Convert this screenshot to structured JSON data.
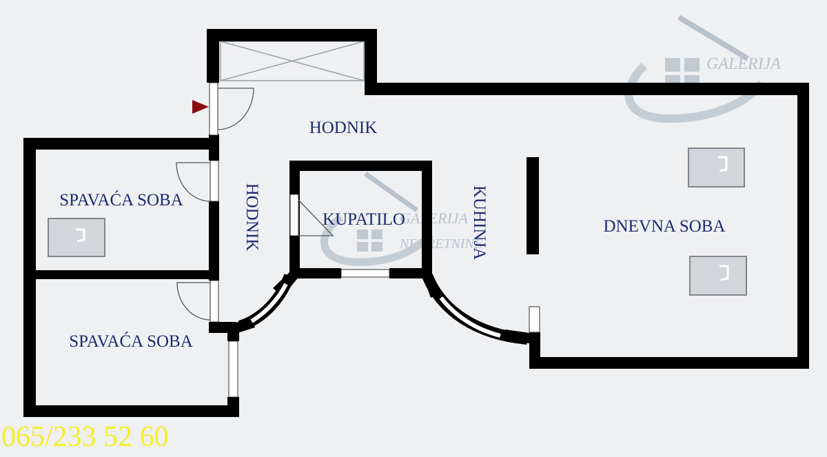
{
  "rooms": {
    "hallway_top": "HODNIK",
    "hallway_vertical": "HODNIK",
    "bedroom_1": "SPAVAĆA SOBA",
    "bedroom_2": "SPAVAĆA SOBA",
    "bathroom": "KUPATILO",
    "kitchen": "KUHINJA",
    "living_room": "DNEVNA SOBA"
  },
  "watermark": {
    "line1": "GALERIJA",
    "line2": "NEKRETNINE"
  },
  "contact": {
    "phone": "065/233 52 60"
  },
  "colors": {
    "walls": "#000000",
    "labels": "#1c2a6e",
    "entrance_marker": "#8b0d14",
    "phone": "#f4ef2a",
    "watermark": "#b9c2cb",
    "background": "#eef0f2"
  }
}
